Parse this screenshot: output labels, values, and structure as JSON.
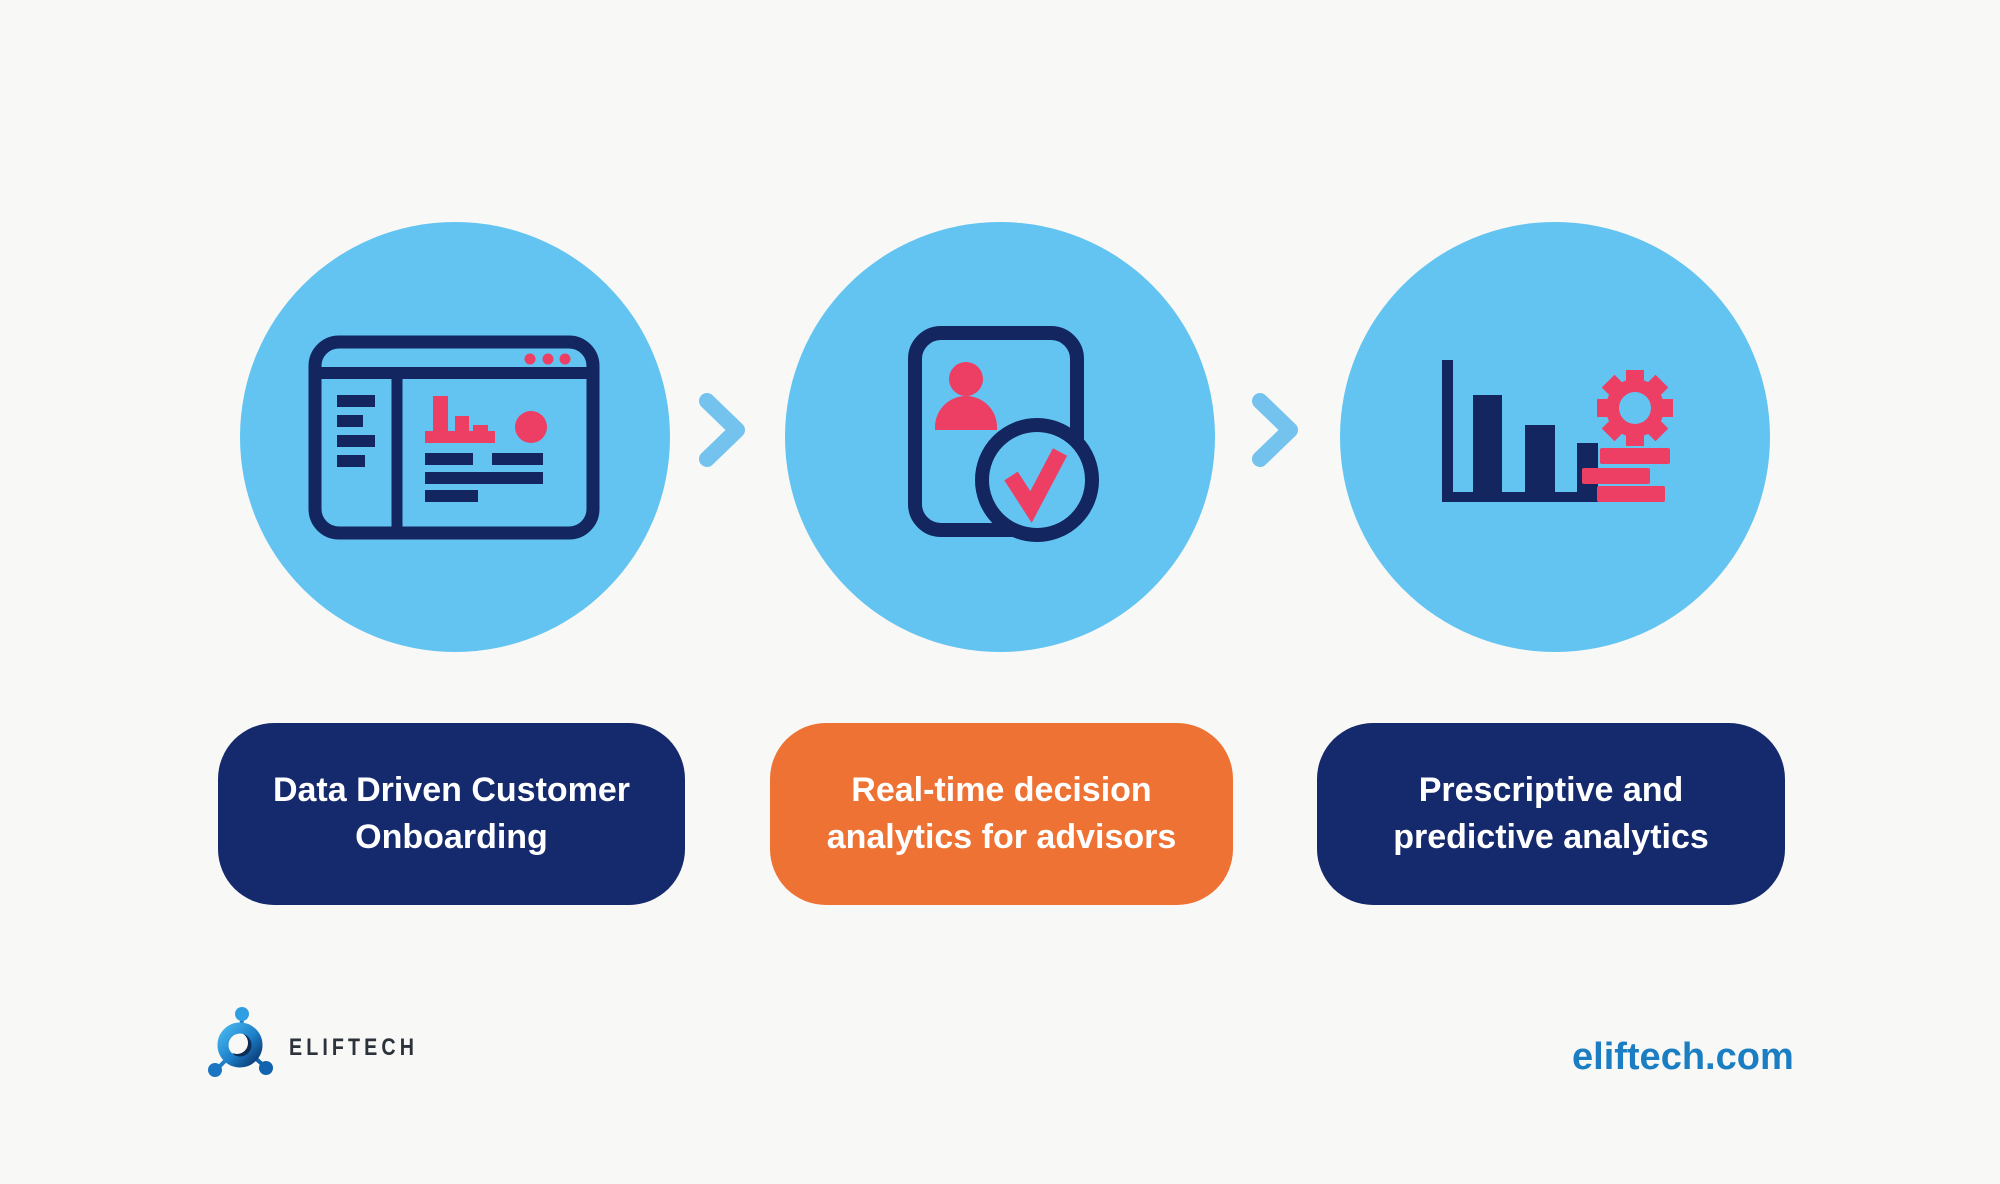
{
  "page": {
    "background_color": "#F8F8F6",
    "type": "process-infographic"
  },
  "colors": {
    "circle_blue": "#63C4F1",
    "chevron_blue": "#74C3EF",
    "navy_box": "#15296D",
    "orange_box": "#EE7233",
    "icon_navy": "#13265F",
    "icon_pink": "#ED3E63",
    "box_text": "#FFFFFF",
    "logo_text_color": "#2B323B",
    "website_color": "#1B7EC3"
  },
  "steps": [
    {
      "icon": "dashboard-browser-icon",
      "box_color": "#15296D",
      "label": {
        "line1": "Data Driven Customer",
        "line2": "Onboarding"
      }
    },
    {
      "icon": "customer-profile-check-icon",
      "box_color": "#EE7233",
      "label": {
        "line1": "Real-time decision",
        "line2": "analytics for advisors"
      }
    },
    {
      "icon": "bar-chart-gear-icon",
      "box_color": "#15296D",
      "label": {
        "line1": "Prescriptive and",
        "line2": "predictive analytics"
      }
    }
  ],
  "arrows": [
    {
      "icon": "chevron-right-icon"
    },
    {
      "icon": "chevron-right-icon"
    }
  ],
  "footer": {
    "logo_icon": "eliftech-logo-icon",
    "logo_text": "ELIFTECH",
    "website": "eliftech.com"
  }
}
